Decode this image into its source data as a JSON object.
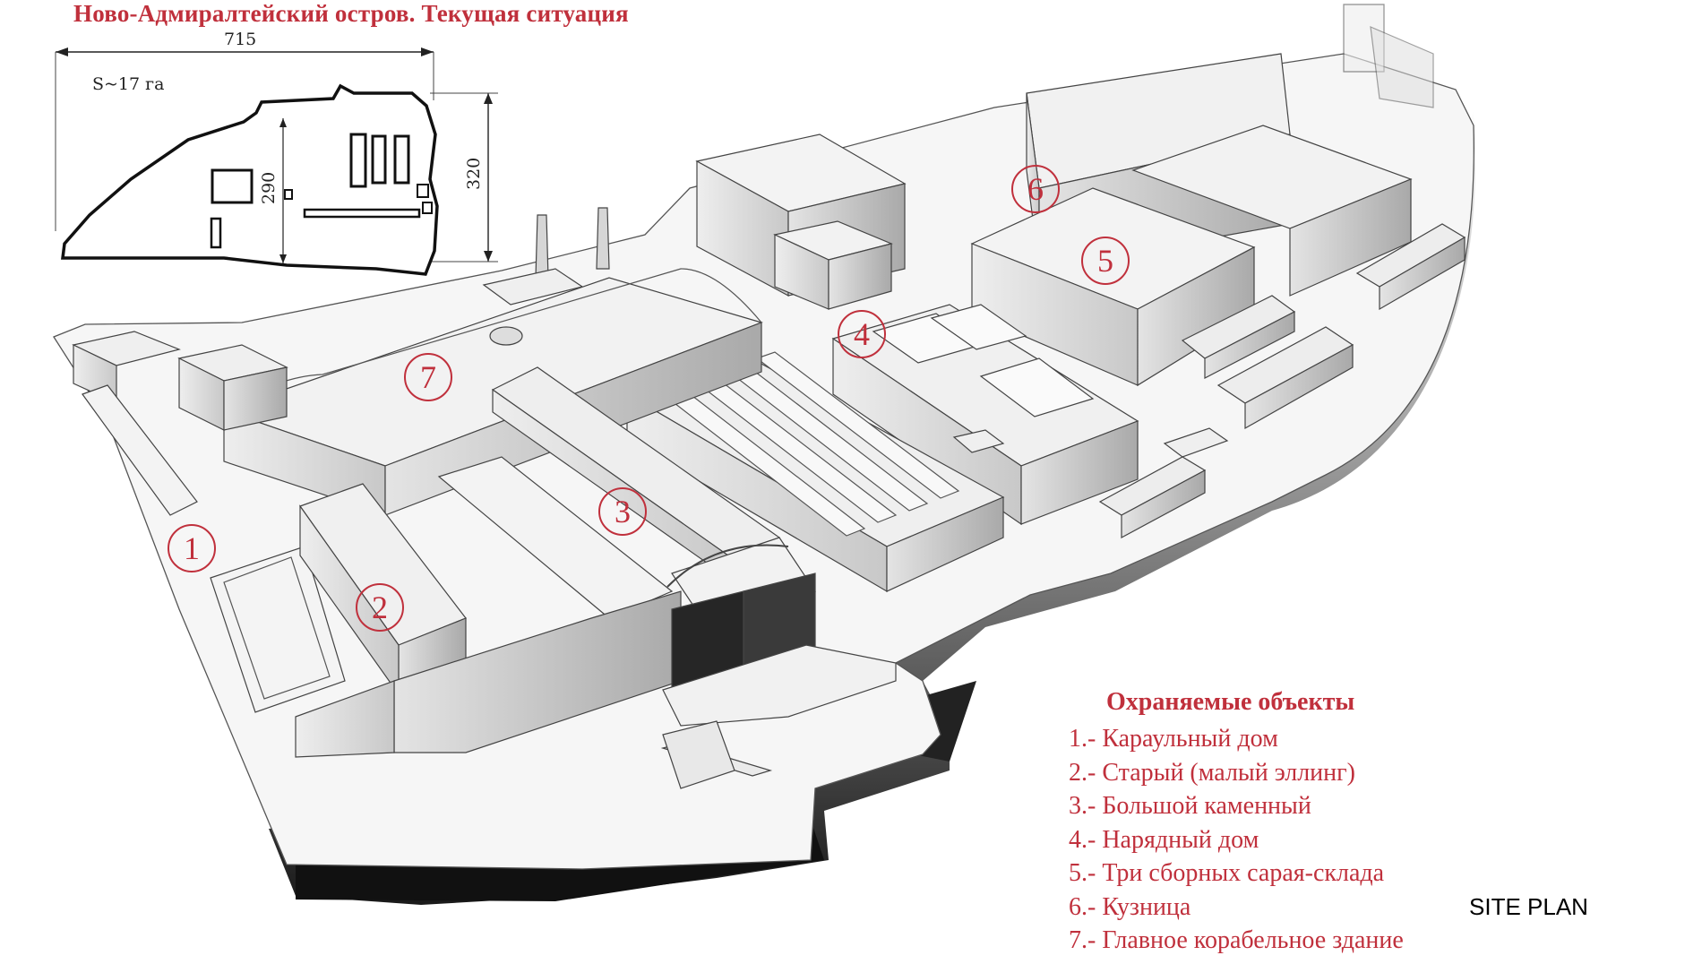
{
  "title": "Ново-Адмиралтейский остров. Текущая ситуация",
  "inset": {
    "area_label": "S~17 га",
    "dim_width": "715",
    "dim_height_right": "320",
    "dim_height_inner": "290"
  },
  "markers": [
    "1",
    "2",
    "3",
    "4",
    "5",
    "6",
    "7"
  ],
  "legend": {
    "heading": "Охраняемые объекты",
    "items": [
      "1.- Караульный дом",
      "2.- Старый (малый эллинг)",
      "3.- Большой каменный",
      "4.- Нарядный дом",
      "5.- Три сборных сарая-склада",
      "6.- Кузница",
      "7.- Главное корабельное здание"
    ]
  },
  "caption": "SITE PLAN",
  "colors": {
    "accent": "#c0303c",
    "ink": "#222222"
  }
}
